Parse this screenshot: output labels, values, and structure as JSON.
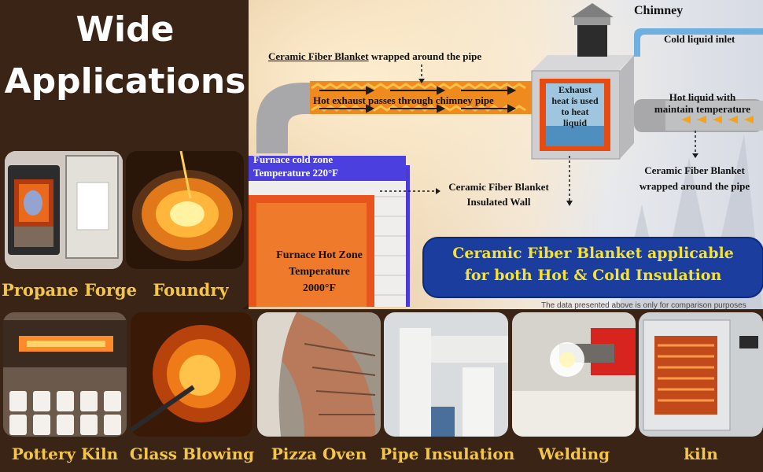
{
  "heading": {
    "line1": "Wide",
    "line2": "Applications"
  },
  "top_captions": {
    "forge": "Propane Forge",
    "foundry": "Foundry"
  },
  "diagram": {
    "chimney_label": "Chimney",
    "cold_inlet_label": "Cold liquid inlet",
    "blanket_pipe_label_underlined": "Ceramic Fiber Blanket",
    "blanket_pipe_label_rest": " wrapped around the pipe",
    "hot_exhaust_label": "Hot exhaust passes through chimney pipe",
    "exhaust_heat_label": [
      "Exhaust",
      "heat is used",
      "to heat",
      "liquid"
    ],
    "hot_liquid_label": [
      "Hot liquid with",
      "maintain temperature"
    ],
    "blanket_right_label": [
      "Ceramic Fiber Blanket",
      "wrapped around the pipe"
    ],
    "cold_zone_label": [
      "Furnace cold zone",
      "Temperature 220°F"
    ],
    "insulated_wall_label": [
      "Ceramic Fiber Blanket",
      "Insulated Wall"
    ],
    "hot_zone_label": [
      "Furnace Hot Zone",
      "Temperature",
      "2000°F"
    ],
    "banner": [
      "Ceramic Fiber Blanket applicable",
      "for both Hot & Cold Insulation"
    ],
    "disclaimer": "The data presented above is only for comparison purposes"
  },
  "bottom_captions": [
    "Pottery Kiln",
    "Glass Blowing",
    "Pizza Oven",
    "Pipe Insulation",
    "Welding",
    "kiln"
  ],
  "colors": {
    "background": "#3a2416",
    "caption": "#f3c64a",
    "banner": "#1a3d9e",
    "banner_text": "#f5e233"
  }
}
